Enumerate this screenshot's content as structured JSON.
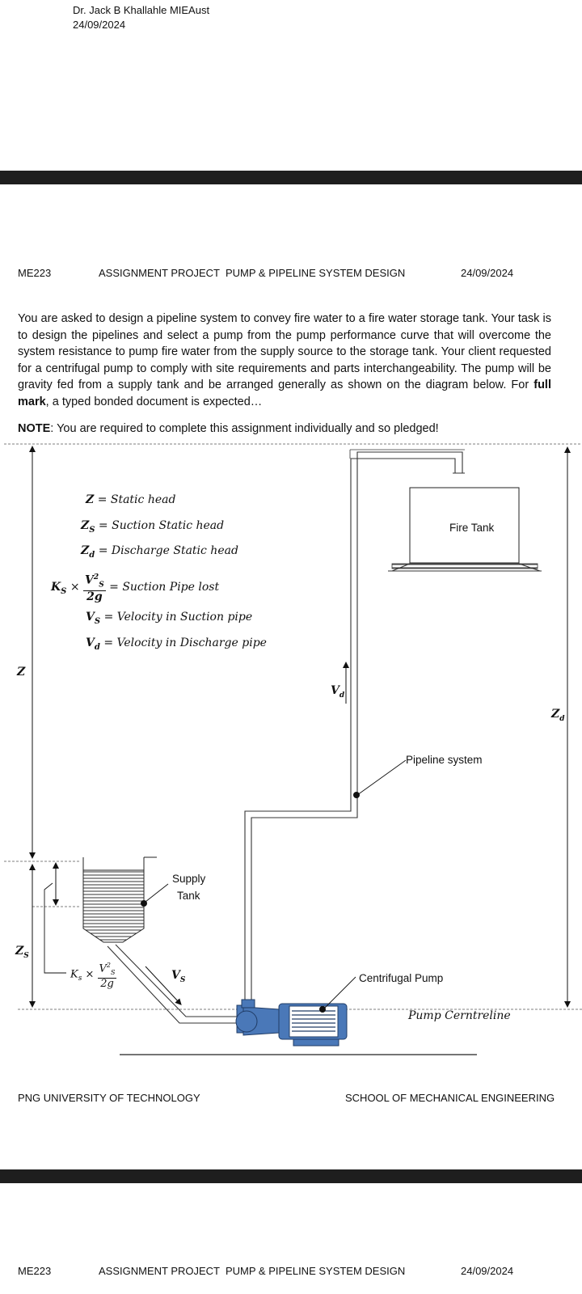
{
  "author": {
    "name": "Dr. Jack B Khallahle MIEAust",
    "date": "24/09/2024"
  },
  "header": {
    "code": "ME223",
    "title": "ASSIGNMENT PROJECT  PUMP & PIPELINE SYSTEM DESIGN",
    "date": "24/09/2024"
  },
  "body": {
    "paragraph_a": "You are asked to design a pipeline system to convey fire water to a fire water storage tank. Your task is to design the pipelines and select a pump from the pump performance curve that will overcome the system resistance to pump fire water from the supply source to the storage tank. Your client requested for a centrifugal pump to comply with site requirements and parts interchangeability. The pump will be gravity fed from a supply tank and be arranged generally as shown on the diagram below. For ",
    "paragraph_bold": "full mark",
    "paragraph_b": ", a typed bonded document is expected…",
    "note_label": "NOTE",
    "note_text": ": You are required to complete this assignment individually and so pledged!"
  },
  "legend": {
    "z": "= Static head",
    "zs": "= Suction Static head",
    "zd": "= Discharge Static head",
    "ks": "= Suction Pipe lost",
    "vs": "= Velocity in Suction pipe",
    "vd": "= Velocity in Discharge pipe"
  },
  "diagram": {
    "fire_tank": "Fire Tank",
    "pipeline": "Pipeline system",
    "supply_tank_1": "Supply",
    "supply_tank_2": "Tank",
    "pump": "Centrifugal Pump",
    "centreline": "Pump Cerntreline",
    "z_label": "Z",
    "zs_label": "Z",
    "zd_label": "Z",
    "vd_label": "V",
    "vs_label": "V"
  },
  "footer": {
    "left": "PNG UNIVERSITY OF TECHNOLOGY",
    "right": "SCHOOL OF MECHANICAL ENGINEERING"
  },
  "header2": {
    "code": "ME223",
    "title": "ASSIGNMENT PROJECT  PUMP & PIPELINE SYSTEM DESIGN",
    "date": "24/09/2024"
  },
  "colors": {
    "pump": "#4a78b8",
    "bar": "#1e1e1e"
  }
}
